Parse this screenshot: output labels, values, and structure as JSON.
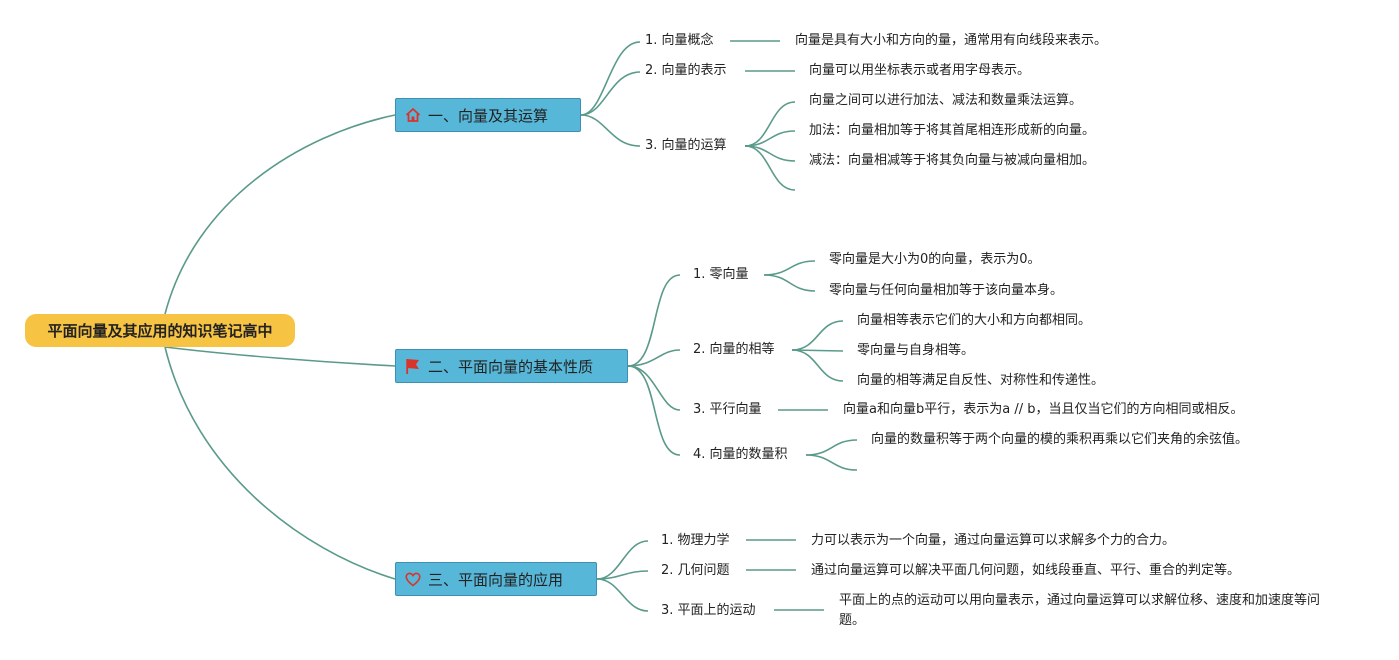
{
  "root": {
    "label": "平面向量及其应用的知识笔记高中"
  },
  "branches": [
    {
      "label": "一、向量及其运算",
      "icon": "house-icon",
      "topics": [
        {
          "label": "1. 向量概念",
          "leaves": [
            "向量是具有大小和方向的量，通常用有向线段来表示。"
          ]
        },
        {
          "label": "2. 向量的表示",
          "leaves": [
            "向量可以用坐标表示或者用字母表示。"
          ]
        },
        {
          "label": "3. 向量的运算",
          "leaves": [
            "向量之间可以进行加法、减法和数量乘法运算。",
            "加法：向量相加等于将其首尾相连形成新的向量。",
            "减法：向量相减等于将其负向量与被减向量相加。",
            ""
          ]
        }
      ]
    },
    {
      "label": "二、平面向量的基本性质",
      "icon": "red-flag-icon",
      "topics": [
        {
          "label": "1. 零向量",
          "leaves": [
            "零向量是大小为0的向量，表示为0。",
            "零向量与任何向量相加等于该向量本身。"
          ]
        },
        {
          "label": "2. 向量的相等",
          "leaves": [
            "向量相等表示它们的大小和方向都相同。",
            "零向量与自身相等。",
            "向量的相等满足自反性、对称性和传递性。"
          ]
        },
        {
          "label": "3. 平行向量",
          "leaves": [
            "向量a和向量b平行，表示为a // b，当且仅当它们的方向相同或相反。"
          ]
        },
        {
          "label": "4. 向量的数量积",
          "leaves": [
            "向量的数量积等于两个向量的模的乘积再乘以它们夹角的余弦值。",
            ""
          ]
        }
      ]
    },
    {
      "label": "三、平面向量的应用",
      "icon": "heart-icon",
      "topics": [
        {
          "label": "1. 物理力学",
          "leaves": [
            "力可以表示为一个向量，通过向量运算可以求解多个力的合力。"
          ]
        },
        {
          "label": "2. 几何问题",
          "leaves": [
            "通过向量运算可以解决平面几何问题，如线段垂直、平行、重合的判定等。"
          ]
        },
        {
          "label": "3. 平面上的运动",
          "leaves": [
            "平面上的点的运动可以用向量表示，通过向量运算可以求解位移、速度和加速度等问题。"
          ]
        }
      ]
    }
  ],
  "colors": {
    "edge": "#5a9a8a",
    "root_bg": "#f6c343",
    "branch_bg": "#57b7d8",
    "icon_red": "#d9342b"
  }
}
